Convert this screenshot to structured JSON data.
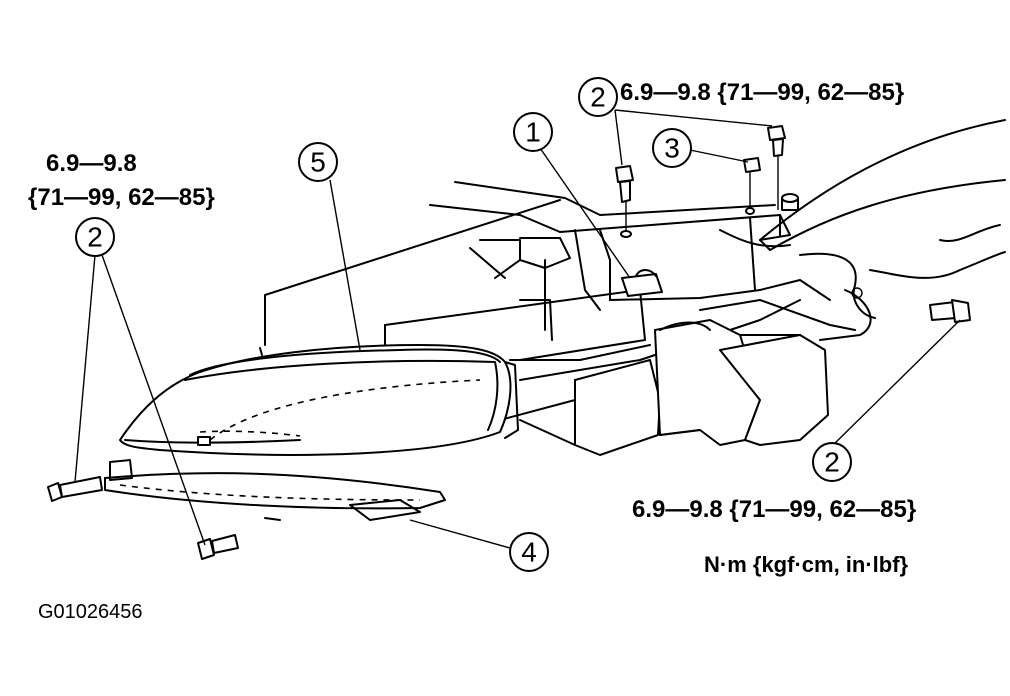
{
  "callouts": {
    "c1": "1",
    "c2_top": "2",
    "c2_left": "2",
    "c2_right": "2",
    "c3": "3",
    "c4": "4",
    "c5": "5"
  },
  "torques": {
    "top_right": "6.9—9.8 {71—99, 62—85}",
    "left_line1": "6.9—9.8",
    "left_line2": "{71—99, 62—85}",
    "bottom_right": "6.9—9.8 {71—99, 62—85}"
  },
  "units_note": "N·m {kgf·cm,  in·lbf}",
  "figure_code": "G01026456"
}
